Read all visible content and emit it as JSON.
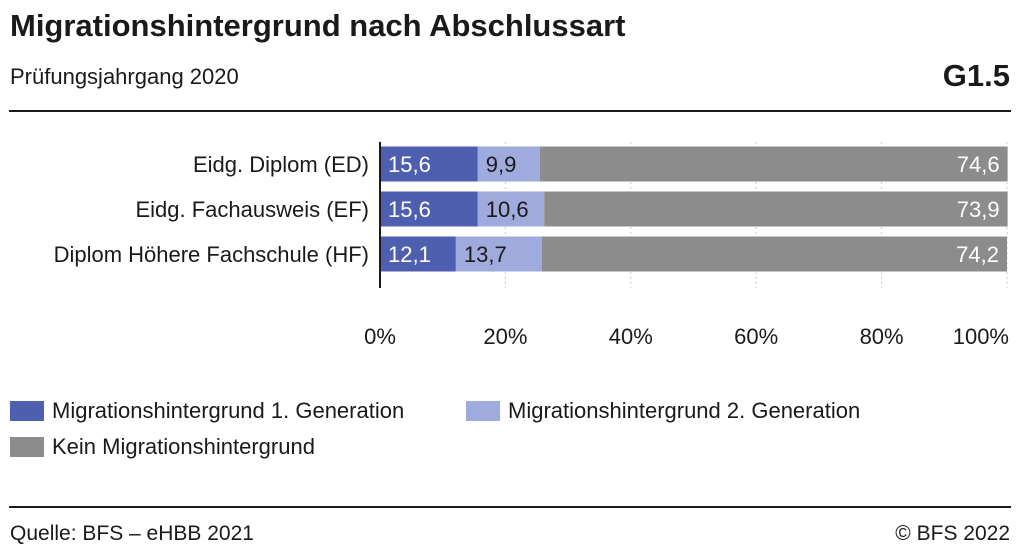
{
  "header": {
    "title": "Migrationshintergrund nach Abschlussart",
    "subtitle": "Prüfungsjahrgang 2020",
    "chart_id": "G1.5"
  },
  "footer": {
    "source": "Quelle: BFS – eHBB 2021",
    "copyright": "© BFS 2022"
  },
  "colors": {
    "gen1": "#4f5fb0",
    "gen2": "#9faadd",
    "none": "#8c8c8c",
    "grid": "#c8c8c8",
    "axis": "#1a1a1a"
  },
  "chart_data": {
    "type": "bar",
    "orientation": "horizontal",
    "stacked": true,
    "categories": [
      "Eidg. Diplom (ED)",
      "Eidg. Fachausweis (EF)",
      "Diplom Höhere Fachschule (HF)"
    ],
    "series": [
      {
        "name": "Migrationshintergrund 1. Generation",
        "values": [
          15.6,
          15.6,
          12.1
        ],
        "labels": [
          "15,6",
          "15,6",
          "12,1"
        ],
        "color": "#4f5fb0"
      },
      {
        "name": "Migrationshintergrund 2. Generation",
        "values": [
          9.9,
          10.6,
          13.7
        ],
        "labels": [
          "9,9",
          "10,6",
          "13,7"
        ],
        "color": "#9faadd"
      },
      {
        "name": "Kein Migrationshintergrund",
        "values": [
          74.6,
          73.9,
          74.2
        ],
        "labels": [
          "74,6",
          "73,9",
          "74,2"
        ],
        "color": "#8c8c8c"
      }
    ],
    "xticks": [
      0,
      20,
      40,
      60,
      80,
      100
    ],
    "xtick_labels": [
      "0%",
      "20%",
      "40%",
      "60%",
      "80%",
      "100%"
    ],
    "xlim": [
      0,
      100
    ],
    "grid": true,
    "legend_position": "bottom-left"
  }
}
